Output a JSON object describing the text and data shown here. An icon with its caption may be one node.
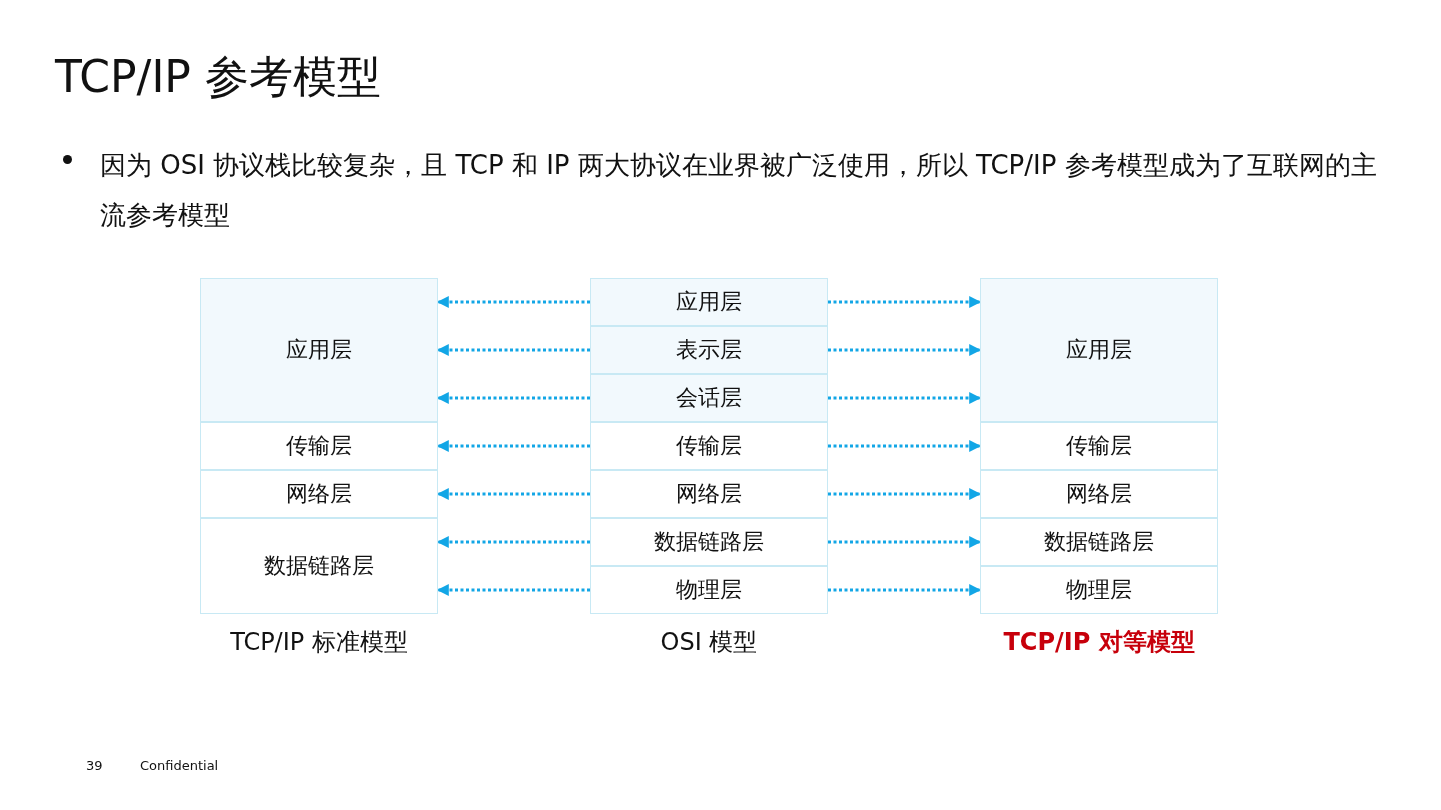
{
  "diagram": {
    "title": "TCP/IP 参考模型",
    "nodes": [
      {
        "text": [
          "TCP/IP 标准模型"
        ]
      },
      {
        "text": [
          "应用层"
        ],
        "in": 0
      },
      {
        "text": [
          "传输层"
        ],
        "in": 0
      },
      {
        "text": [
          "网络层"
        ],
        "in": 0
      },
      {
        "text": [
          "数据链路层"
        ],
        "in": 0
      },
      {
        "text": [
          "OSI 模型"
        ]
      },
      {
        "text": [
          "应用层"
        ],
        "in": 5
      },
      {
        "text": [
          "表示层"
        ],
        "in": 5
      },
      {
        "text": [
          "会话层"
        ],
        "in": 5
      },
      {
        "text": [
          "传输层"
        ],
        "in": 5
      },
      {
        "text": [
          "网络层"
        ],
        "in": 5
      },
      {
        "text": [
          "数据链路层"
        ],
        "in": 5
      },
      {
        "text": [
          "物理层"
        ],
        "in": 5
      },
      {
        "text": [
          "TCP/IP 对等模型"
        ]
      },
      {
        "text": [
          "应用层"
        ],
        "in": 13
      },
      {
        "text": [
          "传输层"
        ],
        "in": 13
      },
      {
        "text": [
          "网络层"
        ],
        "in": 13
      },
      {
        "text": [
          "数据链路层"
        ],
        "in": 13
      },
      {
        "text": [
          "物理层"
        ],
        "in": 13
      }
    ],
    "edges": [
      {
        "from": 6,
        "to": 1,
        "arrow": "to",
        "style": "dashed"
      },
      {
        "from": 6,
        "to": 14,
        "arrow": "to",
        "style": "dashed"
      },
      {
        "from": 7,
        "to": 1,
        "arrow": "to",
        "style": "dashed"
      },
      {
        "from": 7,
        "to": 14,
        "arrow": "to",
        "style": "dashed"
      },
      {
        "from": 8,
        "to": 1,
        "arrow": "to",
        "style": "dashed"
      },
      {
        "from": 8,
        "to": 14,
        "arrow": "to",
        "style": "dashed"
      },
      {
        "from": 9,
        "to": 2,
        "arrow": "to",
        "style": "dashed"
      },
      {
        "from": 9,
        "to": 15,
        "arrow": "to",
        "style": "dashed"
      },
      {
        "from": 10,
        "to": 3,
        "arrow": "to",
        "style": "dashed"
      },
      {
        "from": 10,
        "to": 16,
        "arrow": "to",
        "style": "dashed"
      },
      {
        "from": 11,
        "to": 4,
        "arrow": "to",
        "style": "dashed"
      },
      {
        "from": 11,
        "to": 17,
        "arrow": "to",
        "style": "dashed"
      },
      {
        "from": 12,
        "to": 4,
        "arrow": "to",
        "style": "dashed"
      },
      {
        "from": 12,
        "to": 18,
        "arrow": "to",
        "style": "dashed"
      }
    ],
    "labels": [
      "因为 OSI 协议栈比较复杂，且 TCP 和 IP 两大协议在业界被广泛使用，所以 TCP/IP 参考模型成为了互联网的主流参考模型",
      "39",
      "Confidential"
    ]
  }
}
